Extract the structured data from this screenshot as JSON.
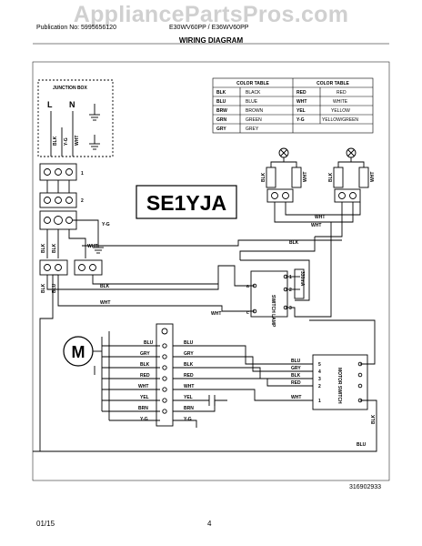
{
  "watermark": "AppliancePartsPros.com",
  "header": {
    "publication": "Publication No: 5995656120",
    "models": "E30WV60PP / E36WV60PP",
    "title": "WIRING DIAGRAM"
  },
  "model_code": "SE1YJA",
  "document_number": "316902933",
  "footer": {
    "date": "01/15",
    "page": "4"
  },
  "junction_box": {
    "title": "JUNCTION BOX",
    "line": "L",
    "neutral": "N",
    "y_g": "Y-G",
    "wht": "WHT",
    "blk": "BLK"
  },
  "color_table": {
    "header_left": "COLOR TABLE",
    "header_right": "COLOR TABLE",
    "left_rows": [
      {
        "code": "BLK",
        "name": "BLACK"
      },
      {
        "code": "BLU",
        "name": "BLUE"
      },
      {
        "code": "BRW",
        "name": "BROWN"
      },
      {
        "code": "GRN",
        "name": "GREEN"
      },
      {
        "code": "GRY",
        "name": "GREY"
      }
    ],
    "right_rows": [
      {
        "code": "RED",
        "name": "RED"
      },
      {
        "code": "WHT",
        "name": "WHITE"
      },
      {
        "code": "YEL",
        "name": "YELLOW"
      },
      {
        "code": "Y-G",
        "name": "YELLOW/GREEN"
      }
    ]
  },
  "motor": {
    "symbol": "M"
  },
  "lamp_switch": {
    "label": "SWITCH LAMP",
    "terminals": [
      "a",
      "c",
      "1",
      "2",
      "3"
    ],
    "part": "330mA"
  },
  "motor_switch": {
    "label": "MOTOR SWITCH",
    "terminals": [
      "5",
      "4",
      "3",
      "2",
      "1"
    ]
  },
  "connector_labels": {
    "one": "1",
    "two": "2",
    "wht": "WHT",
    "blk": "BLK",
    "blu": "BLU",
    "y_g": "Y-G"
  },
  "motor_wires": {
    "left": [
      "BLU",
      "GRY",
      "BLK",
      "RED",
      "WHT",
      "YEL",
      "BRN",
      "Y-G"
    ],
    "right": [
      "BLU",
      "GRY",
      "BLK",
      "RED",
      "WHT",
      "YEL",
      "BRN",
      "Y-G"
    ]
  },
  "switch_wires": [
    "BLU",
    "GRY",
    "BLK",
    "RED",
    "WHT"
  ],
  "wire_labels": {
    "wht": "WHT",
    "blk": "BLK",
    "blu": "BLU",
    "y_g": "Y-G"
  }
}
